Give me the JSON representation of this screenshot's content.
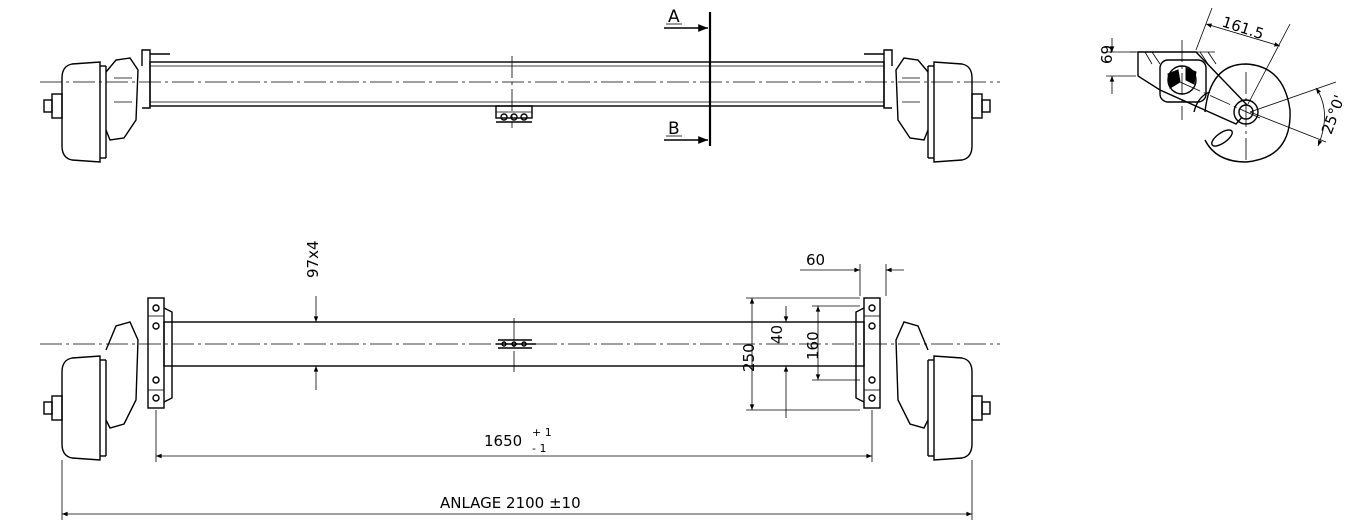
{
  "section_labels": {
    "a": "A",
    "b": "B"
  },
  "side_view": {
    "dim_arm": "161.5",
    "dim_height": "69",
    "dim_angle": "25°0'"
  },
  "plan_view": {
    "dim_bracket": "60",
    "dim_tube": "97x4",
    "dim_250": "250",
    "dim_40": "40",
    "dim_160": "160",
    "dim_spring_mount": "1650",
    "tol_plus": "+ 1",
    "tol_minus": "- 1",
    "dim_overall": "ANLAGE 2100 ±10"
  }
}
